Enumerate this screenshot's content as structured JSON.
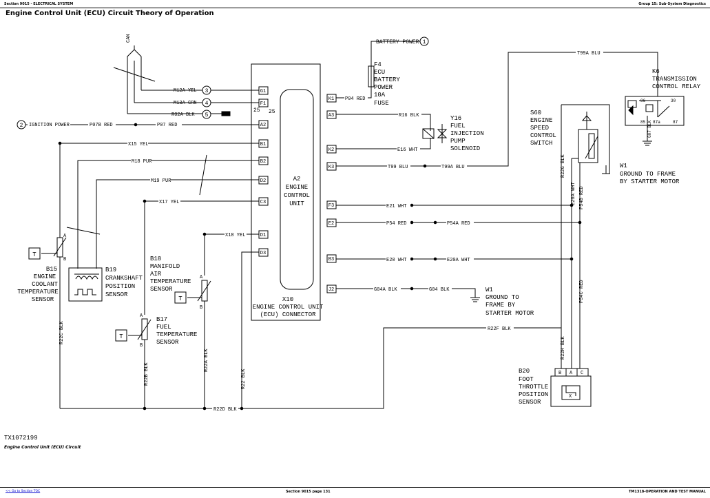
{
  "header": {
    "section_left": "Section 9015 - ELECTRICAL SYSTEM",
    "group_right": "Group 15: Sub-System Diagnostics",
    "title": "Engine Control Unit (ECU) Circuit Theory of Operation"
  },
  "diagram": {
    "ecu": {
      "ref": "A2",
      "name_lines": [
        "ENGINE",
        "CONTROL",
        "UNIT"
      ],
      "connector_ref": "X10",
      "connector_lines": [
        "ENGINE CONTROL UNIT",
        "(ECU) CONNECTOR"
      ],
      "pins_left": [
        "G1",
        "F1",
        "A2",
        "B1",
        "B2",
        "D2",
        "C3",
        "D1",
        "D3"
      ],
      "pins_right": [
        "K1",
        "A3",
        "K2",
        "K3",
        "F3",
        "E2",
        "B3",
        "J2"
      ],
      "unused_label_a": "25",
      "unused_label_b": "25"
    },
    "can_label": "CAN",
    "wires": {
      "m12a": "M12A YEL",
      "m13a": "M13A GRN",
      "r02a": "R02A BLK",
      "ign": "IGNITION POWER",
      "p07b": "P07B RED",
      "p07": "P07 RED",
      "x15": "X15 YEL",
      "m18": "M18 PUR",
      "m19": "M19 PUR",
      "x17": "X17 YEL",
      "x18": "X18 YEL",
      "p04": "P04 RED",
      "r16": "R16 BLK",
      "e16": "E16 WHT",
      "t99": "T99 BLU",
      "t99a_right": "T99A BLU",
      "t99a_top": "T99A BLU",
      "e21": "E21 WHT",
      "p54": "P54 RED",
      "p54a": "P54A RED",
      "e20": "E20 WHT",
      "e20a": "E20A WHT",
      "g04a": "G04A BLK",
      "g04": "G04 BLK",
      "r22f": "R22F BLK",
      "r22d": "R22D BLK",
      "r22c": "R22C BLK",
      "r22b": "R22B BLK",
      "r22a": "R22A BLK",
      "r22": "R22 BLK",
      "r22g": "R22G BLK",
      "r22h": "R22H BLK",
      "e20a_v": "E20A WHT",
      "p54b": "P54B RED",
      "p54c": "P54C RED",
      "g07": "G07 BLK"
    },
    "callouts": [
      "1",
      "2",
      "3",
      "4",
      "5"
    ],
    "battery_power": "BATTERY POWER",
    "fuse": {
      "ref": "F4",
      "lines": [
        "ECU",
        "BATTERY",
        "POWER",
        "10A",
        "FUSE"
      ]
    },
    "solenoid": {
      "ref": "Y16",
      "lines": [
        "FUEL",
        "INJECTION",
        "PUMP",
        "SOLENOID"
      ]
    },
    "relay": {
      "ref": "K6",
      "lines": [
        "TRANSMISSION",
        "CONTROL RELAY"
      ],
      "pins": [
        "86",
        "30",
        "85",
        "87a",
        "87"
      ]
    },
    "speed_switch": {
      "ref": "S60",
      "lines": [
        "ENGINE",
        "SPEED",
        "CONTROL",
        "SWITCH"
      ]
    },
    "ground_right": {
      "ref": "W1",
      "lines": [
        "GROUND TO FRAME",
        "BY STARTER MOTOR"
      ]
    },
    "ground_mid": {
      "ref": "W1",
      "lines": [
        "GROUND TO",
        "FRAME BY",
        "STARTER MOTOR"
      ]
    },
    "throttle": {
      "ref": "B20",
      "lines": [
        "FOOT",
        "THROTTLE",
        "POSITION",
        "SENSOR"
      ],
      "pins": [
        "B",
        "A",
        "C"
      ],
      "inner": "X"
    },
    "b15": {
      "ref": "B15",
      "lines": [
        "ENGINE",
        "COOLANT",
        "TEMPERATURE",
        "SENSOR"
      ],
      "t": "T"
    },
    "b19": {
      "ref": "B19",
      "lines": [
        "CRANKSHAFT",
        "POSITION",
        "SENSOR"
      ]
    },
    "b18": {
      "ref": "B18",
      "lines": [
        "MANIFOLD",
        "AIR",
        "TEMPERATURE",
        "SENSOR"
      ],
      "t": "T",
      "pin_a": "A",
      "pin_b": "B"
    },
    "b17": {
      "ref": "B17",
      "lines": [
        "FUEL",
        "TEMPERATURE",
        "SENSOR"
      ],
      "t": "T",
      "pin_a": "A",
      "pin_b": "B"
    },
    "b15_pins": {
      "a": "A",
      "b": "B"
    }
  },
  "figure_id": "TX1072199",
  "caption": "Engine Control Unit (ECU) Circuit",
  "footer": {
    "link": "<< Go to Section TOC",
    "page": "Section 9015 page 131",
    "manual": "TM1318-OPERATION AND TEST MANUAL"
  }
}
